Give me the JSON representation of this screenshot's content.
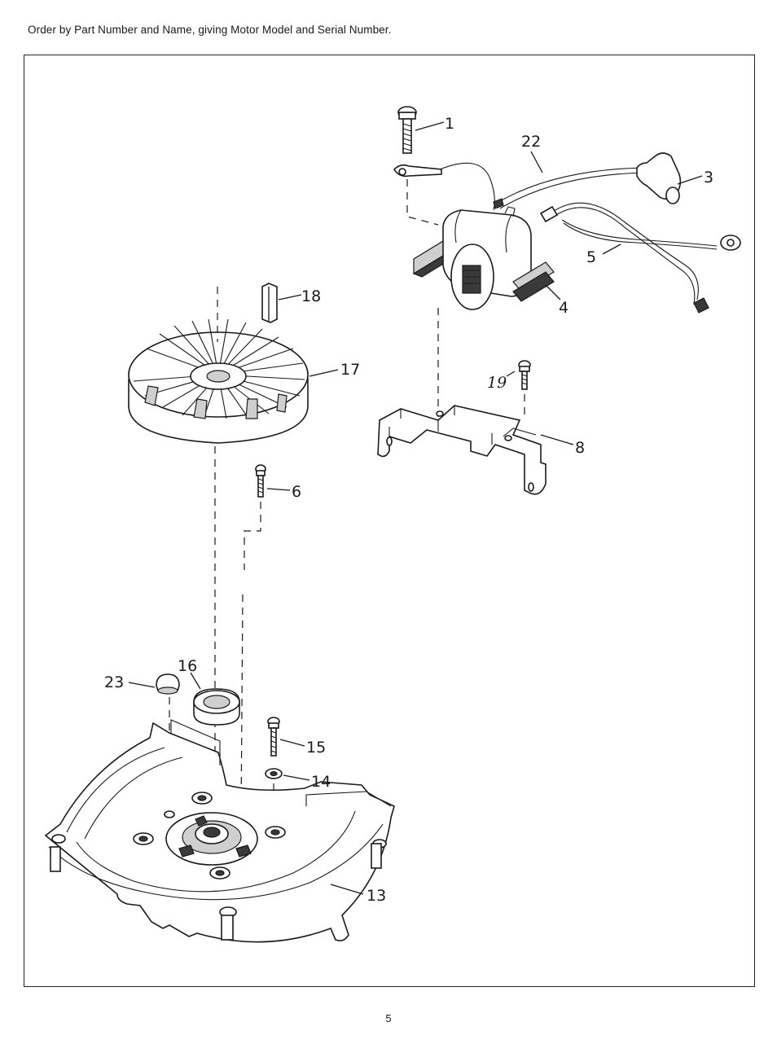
{
  "header": {
    "text": "Order by Part Number and Name, giving Motor Model and Serial Number."
  },
  "page": {
    "number": "5"
  },
  "callouts": [
    {
      "id": "c1",
      "label": "1"
    },
    {
      "id": "c22",
      "label": "22"
    },
    {
      "id": "c3",
      "label": "3"
    },
    {
      "id": "c5",
      "label": "5"
    },
    {
      "id": "c4",
      "label": "4"
    },
    {
      "id": "c18",
      "label": "18"
    },
    {
      "id": "c17",
      "label": "17"
    },
    {
      "id": "c19",
      "label": "19"
    },
    {
      "id": "c8",
      "label": "8"
    },
    {
      "id": "c6",
      "label": "6"
    },
    {
      "id": "c16",
      "label": "16"
    },
    {
      "id": "c23",
      "label": "23"
    },
    {
      "id": "c15",
      "label": "15"
    },
    {
      "id": "c14",
      "label": "14"
    },
    {
      "id": "c13",
      "label": "13"
    }
  ]
}
